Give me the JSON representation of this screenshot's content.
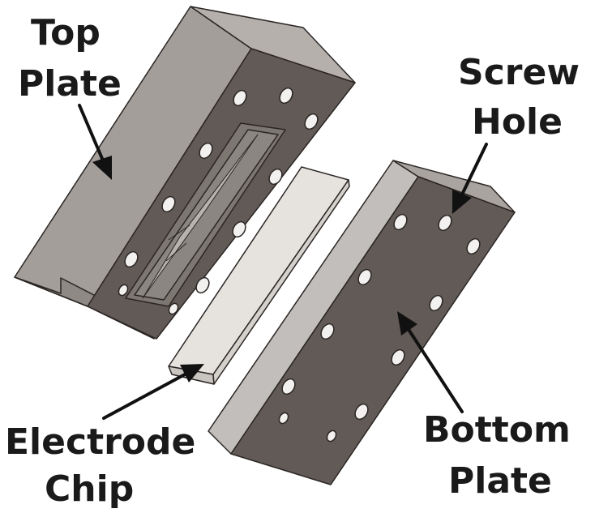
{
  "labels": {
    "top_plate": [
      "Top",
      "Plate"
    ],
    "screw_hole": [
      "Screw",
      "Hole"
    ],
    "electrode_chip": [
      "Electrode",
      "Chip"
    ],
    "bottom_plate": [
      "Bottom",
      "Plate"
    ]
  },
  "colors": {
    "face_dark": "#615a56",
    "face_side": "#a39e9a",
    "face_light": "#c2bebb",
    "channel": "#8c8682",
    "chip": "#e6e3df",
    "hole": "#f2f1ef",
    "outline": "#2b2624",
    "text": "#1a1a1a"
  }
}
